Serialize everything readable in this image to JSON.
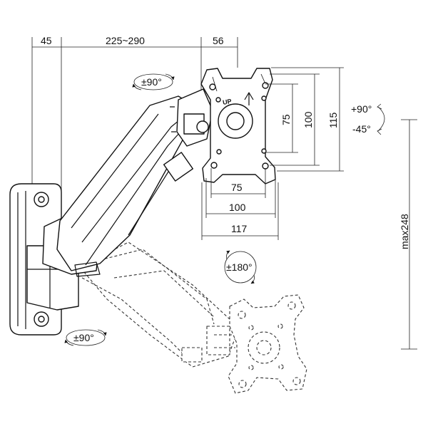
{
  "dimensions": {
    "top_left": "45",
    "top_middle": "225~290",
    "top_right": "56",
    "vesa_inner_vertical": "75",
    "vesa_mid_vertical": "100",
    "vesa_outer_vertical": "115",
    "vesa_inner_horizontal": "75",
    "vesa_mid_horizontal": "100",
    "vesa_outer_horizontal": "117",
    "height_range": "max248"
  },
  "rotations": {
    "arm_top": "±90°",
    "arm_bottom": "±90°",
    "screen_rotation": "±180°",
    "tilt_up": "+90°",
    "tilt_down": "-45°"
  },
  "plate_marking": "UP"
}
